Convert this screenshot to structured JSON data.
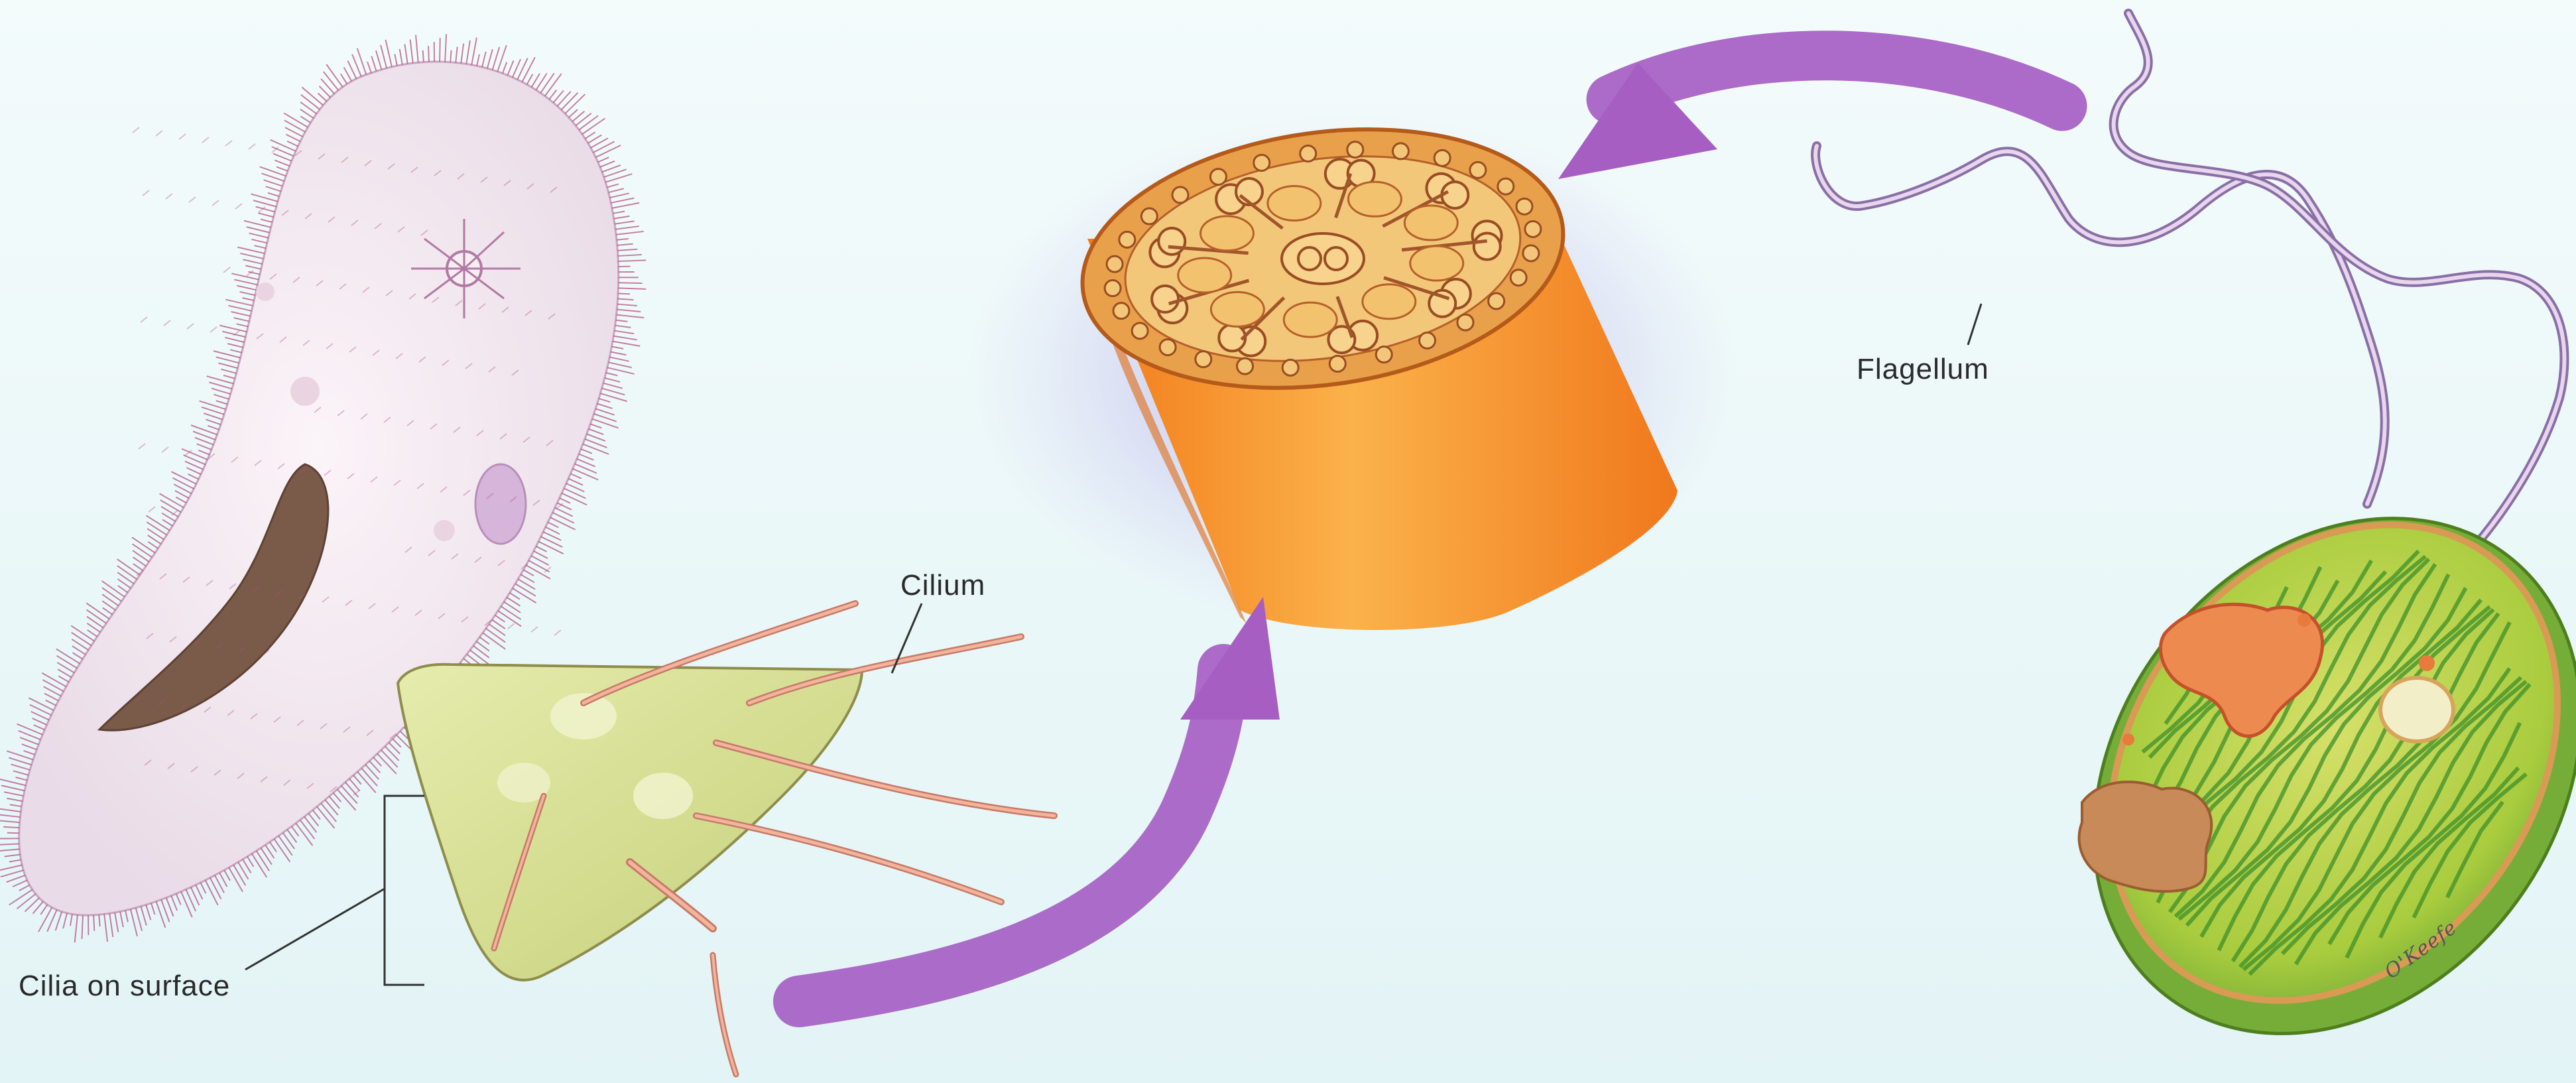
{
  "labels": {
    "cilium": "Cilium",
    "flagellum": "Flagellum",
    "cilia_on_surface": "Cilia on surface",
    "signature": "O'Keefe"
  },
  "colors": {
    "background": "#eaf7f8",
    "paramecium_body": "#f4e9ee",
    "cilia_hairs": "#b24d7c",
    "cross_section_orange": "#f5902a",
    "cross_section_top": "#e9a24d",
    "arrow_purple": "#a55cc4",
    "shadow_lavender": "#b7b0e6",
    "cell_green": "#8cbf2e",
    "cell_inner": "#c9d95a",
    "nucleus_orange": "#ea8a52"
  }
}
